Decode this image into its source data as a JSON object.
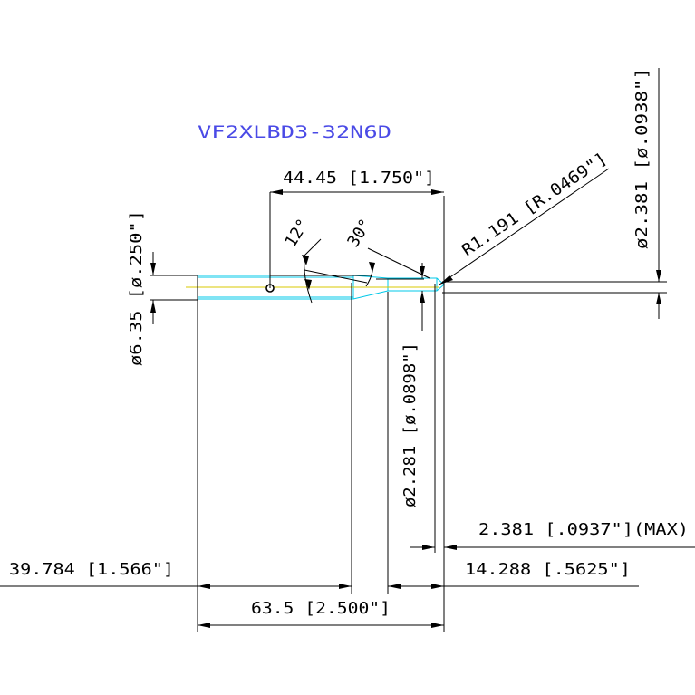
{
  "drawing": {
    "part_number": "VF2XLBD3-32N6D",
    "colors": {
      "title": "#4a4ae6",
      "outline": "#00c8e8",
      "centerline": "#d8c800",
      "dimension": "#000000",
      "background": "#ffffff"
    },
    "dimensions": {
      "overall_length": "63.5 [2.500\"]",
      "flute_length": "44.45 [1.750\"]",
      "shank_length": "39.784 [1.566\"]",
      "neck_length": "14.288 [.5625\"]",
      "shank_diameter": "ø6.35 [ø.250\"]",
      "neck_diameter": "ø2.281 [ø.0898\"]",
      "cutting_diameter": "ø2.381 [ø.0938\"]",
      "corner_radius": "R1.191 [R.0469\"]",
      "max_length": "2.381 [.0937\"](MAX)",
      "taper_angle_1": "12°",
      "taper_angle_2": "30°"
    }
  }
}
